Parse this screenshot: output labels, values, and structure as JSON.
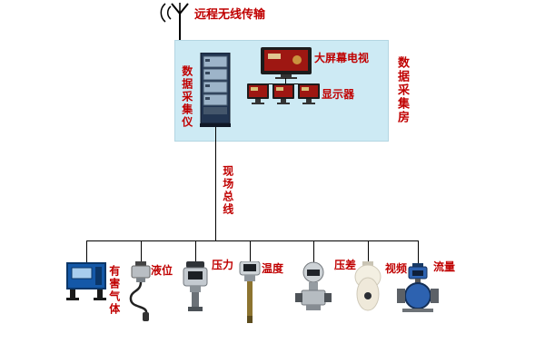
{
  "labels": {
    "wireless_transmission": "远程无线传输",
    "daq_instrument": "数据采集仪",
    "big_screen_tv": "大屏幕电视",
    "monitor": "显示器",
    "daq_room": "数据采集房",
    "field_bus": "现场总线"
  },
  "devices": [
    {
      "id": "harmful-gas",
      "label": "有害气体"
    },
    {
      "id": "liquid-level",
      "label": "液位"
    },
    {
      "id": "pressure",
      "label": "压力"
    },
    {
      "id": "temperature",
      "label": "温度"
    },
    {
      "id": "differential-pressure",
      "label": "压差"
    },
    {
      "id": "video",
      "label": "视频"
    },
    {
      "id": "flow",
      "label": "流量"
    }
  ],
  "colors": {
    "label-red": "#c00000",
    "room-bg": "#cdeaf4",
    "line": "#000000",
    "screen-red": "#9e1712",
    "device-blue": "#1458a8"
  }
}
